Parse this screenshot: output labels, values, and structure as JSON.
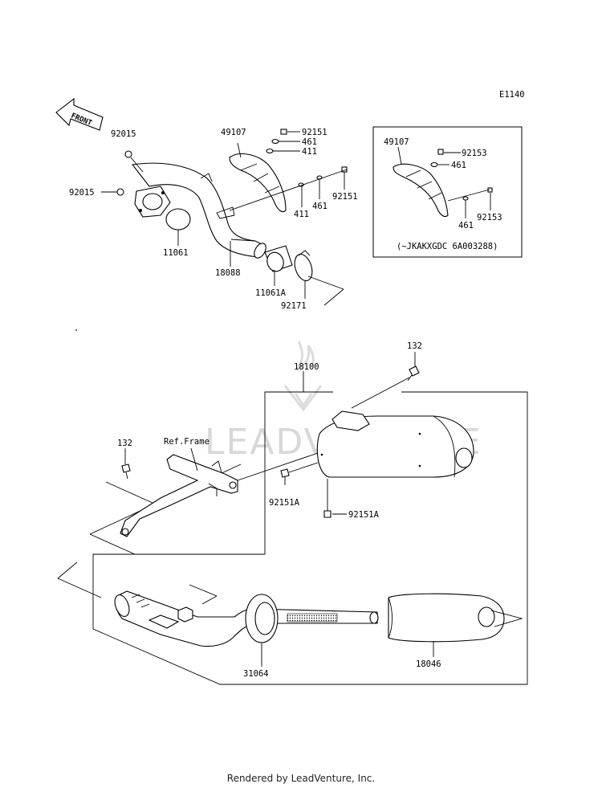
{
  "diagram_code": "E1140",
  "front_label": "FRONT",
  "watermark": "LEADVENTURE",
  "footer": "Rendered by LeadVenture, Inc.",
  "variant_note": "(~JKAKXGDC 6A003288)",
  "ref_frame": "Ref.Frame",
  "parts": {
    "p92015_a": "92015",
    "p92015_b": "92015",
    "p11061": "11061",
    "p18088": "18088",
    "p49107": "49107",
    "p92151_top": "92151",
    "p461_top": "461",
    "p411_top": "411",
    "p411_low": "411",
    "p461_low": "461",
    "p92151_right": "92151",
    "p11061A": "11061A",
    "p92171": "92171",
    "p49107_inset": "49107",
    "p92153_top": "92153",
    "p461_inset_top": "461",
    "p92153_low": "92153",
    "p461_inset_low": "461",
    "p132_top": "132",
    "p18100": "18100",
    "p132_left": "132",
    "p92151A_left": "92151A",
    "p92151A_right": "92151A",
    "p31064": "31064",
    "p18046": "18046"
  }
}
